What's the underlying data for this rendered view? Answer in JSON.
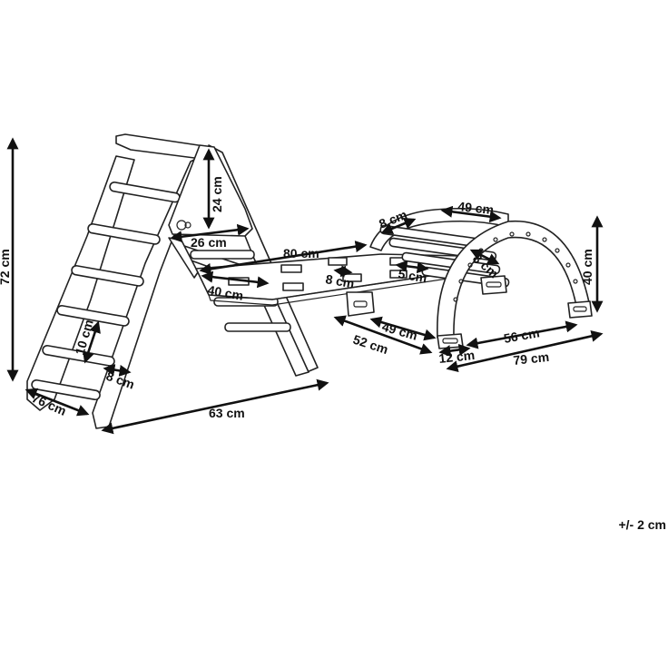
{
  "dimensions": {
    "height_72": "72 cm",
    "depth_76": "76 cm",
    "length_63": "63 cm",
    "rung_gap_10": "10 cm",
    "rung_8": "8 cm",
    "top_24": "24 cm",
    "top_26": "26 cm",
    "board_80": "80 cm",
    "board_40": "40 cm",
    "slot_8": "8 cm",
    "slot_5": "5 cm",
    "arch_top_49": "49 cm",
    "arch_8a": "8 cm",
    "arch_8b": "8 cm",
    "arch_height_40": "40 cm",
    "arch_base_49": "49 cm",
    "arch_52": "52 cm",
    "arch_56": "56 cm",
    "arch_12": "12 cm",
    "arch_79": "79 cm"
  },
  "tolerance": "+/- 2 cm"
}
